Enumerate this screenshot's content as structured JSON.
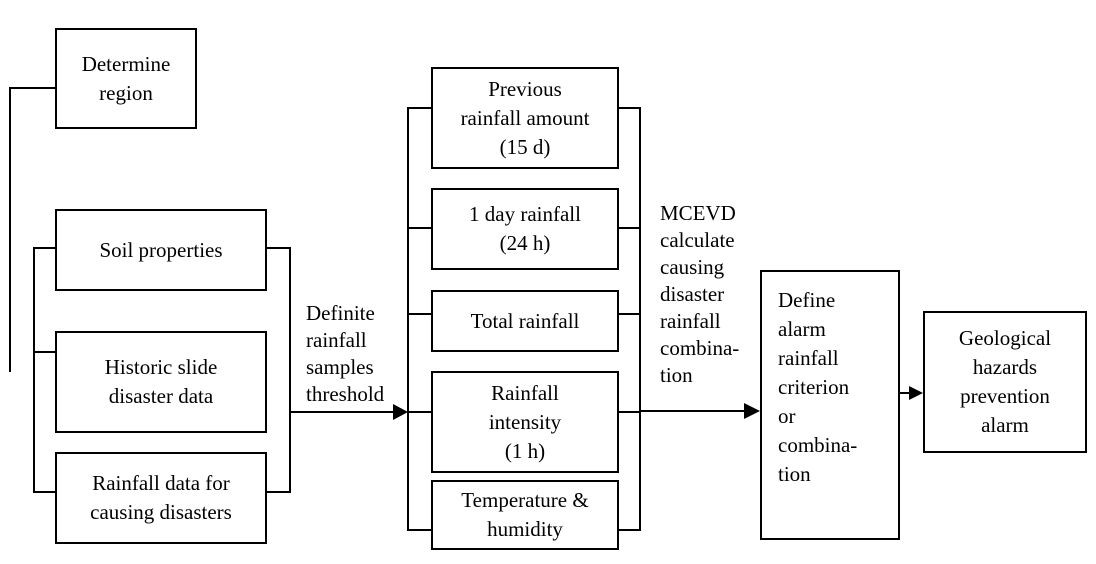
{
  "boxes": {
    "determine_region": "Determine\nregion",
    "soil_properties": "Soil properties",
    "historic_slide": "Historic slide\ndisaster data",
    "rainfall_data": "Rainfall data for\ncausing disasters",
    "previous_rainfall": "Previous\nrainfall amount\n(15 d)",
    "one_day_rainfall": "1 day rainfall\n(24 h)",
    "total_rainfall": "Total rainfall",
    "rainfall_intensity": "Rainfall\nintensity\n(1 h)",
    "temperature_humidity": "Temperature &\nhumidity",
    "define_alarm": "Define\nalarm\nrainfall\ncriterion\nor\ncombina-\ntion",
    "geological_alarm": "Geological\nhazards\nprevention\nalarm"
  },
  "labels": {
    "definite_threshold": "Definite\nrainfall\nsamples\nthreshold",
    "mcevd": "MCEVD\ncalculate\ncausing\ndisaster\nrainfall\ncombina-\ntion"
  }
}
